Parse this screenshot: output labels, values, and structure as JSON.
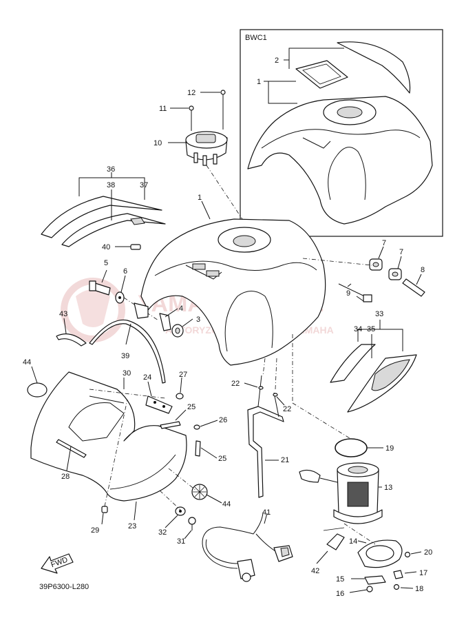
{
  "inset": {
    "label": "BWC1"
  },
  "catalog_code": "39P6300-L280",
  "fwd_arrow": {
    "label": "FWD",
    "icon": "fwd-arrow-icon"
  },
  "watermark": {
    "line1": "YAMA-SKLEP.PL",
    "line2": "AUTORYZOWANY DEALER YAMAHA"
  },
  "callouts": {
    "c1_inset": "1",
    "c2_inset": "2",
    "c1": "1",
    "c3": "3",
    "c4": "4",
    "c5": "5",
    "c6": "6",
    "c7a": "7",
    "c7b": "7",
    "c8": "8",
    "c9": "9",
    "c10": "10",
    "c11": "11",
    "c12": "12",
    "c13": "13",
    "c14": "14",
    "c15": "15",
    "c16": "16",
    "c17": "17",
    "c18": "18",
    "c19": "19",
    "c20": "20",
    "c21": "21",
    "c22a": "22",
    "c22b": "22",
    "c23": "23",
    "c24": "24",
    "c25a": "25",
    "c25b": "25",
    "c26": "26",
    "c27": "27",
    "c28": "28",
    "c29": "29",
    "c30": "30",
    "c31": "31",
    "c32": "32",
    "c33": "33",
    "c34": "34",
    "c35": "35",
    "c36": "36",
    "c37": "37",
    "c38": "38",
    "c39": "39",
    "c40": "40",
    "c41": "41",
    "c42": "42",
    "c43": "43",
    "c44a": "44",
    "c44b": "44"
  }
}
